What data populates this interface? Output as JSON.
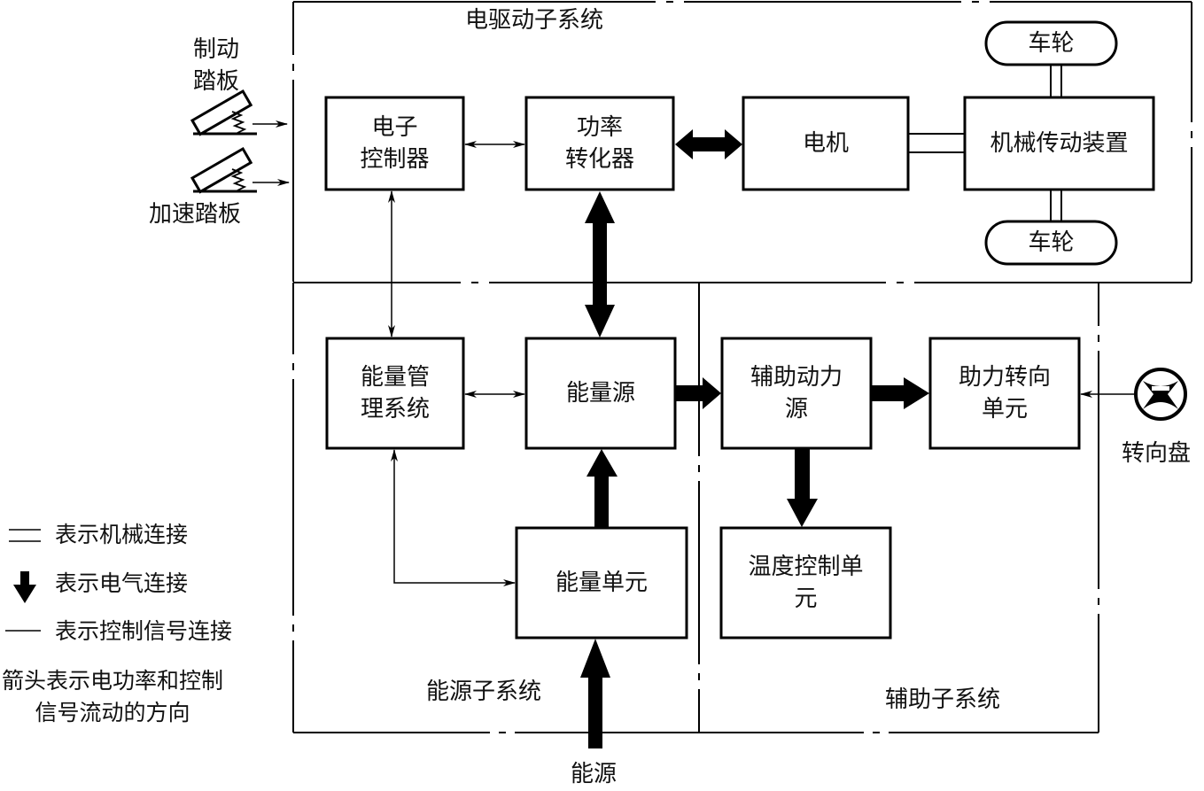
{
  "subsystems": {
    "drive": "电驱动子系统",
    "energy": "能源子系统",
    "auxiliary": "辅助子系统"
  },
  "inputs": {
    "brake_pedal": "制动\n踏板",
    "accel_pedal": "加速踏板",
    "steering_wheel": "转向盘",
    "energy_source": "能源"
  },
  "blocks": {
    "electronic_controller": "电子\n控制器",
    "power_converter": "功率\n转化器",
    "motor": "电机",
    "mechanical_transmission": "机械传动装置",
    "wheel_top": "车轮",
    "wheel_bottom": "车轮",
    "energy_management": "能量管\n理系统",
    "energy_source_block": "能量源",
    "energy_unit": "能量单元",
    "aux_power_source": "辅助动力\n源",
    "power_steering": "助力转向\n单元",
    "temperature_control": "温度控制单\n元"
  },
  "legend": {
    "mechanical": "表示机械连接",
    "electrical": "表示电气连接",
    "control": "表示控制信号连接",
    "note": "箭头表示电功率和控制\n信号流动的方向"
  },
  "colors": {
    "line": "#000000",
    "background": "#ffffff"
  }
}
